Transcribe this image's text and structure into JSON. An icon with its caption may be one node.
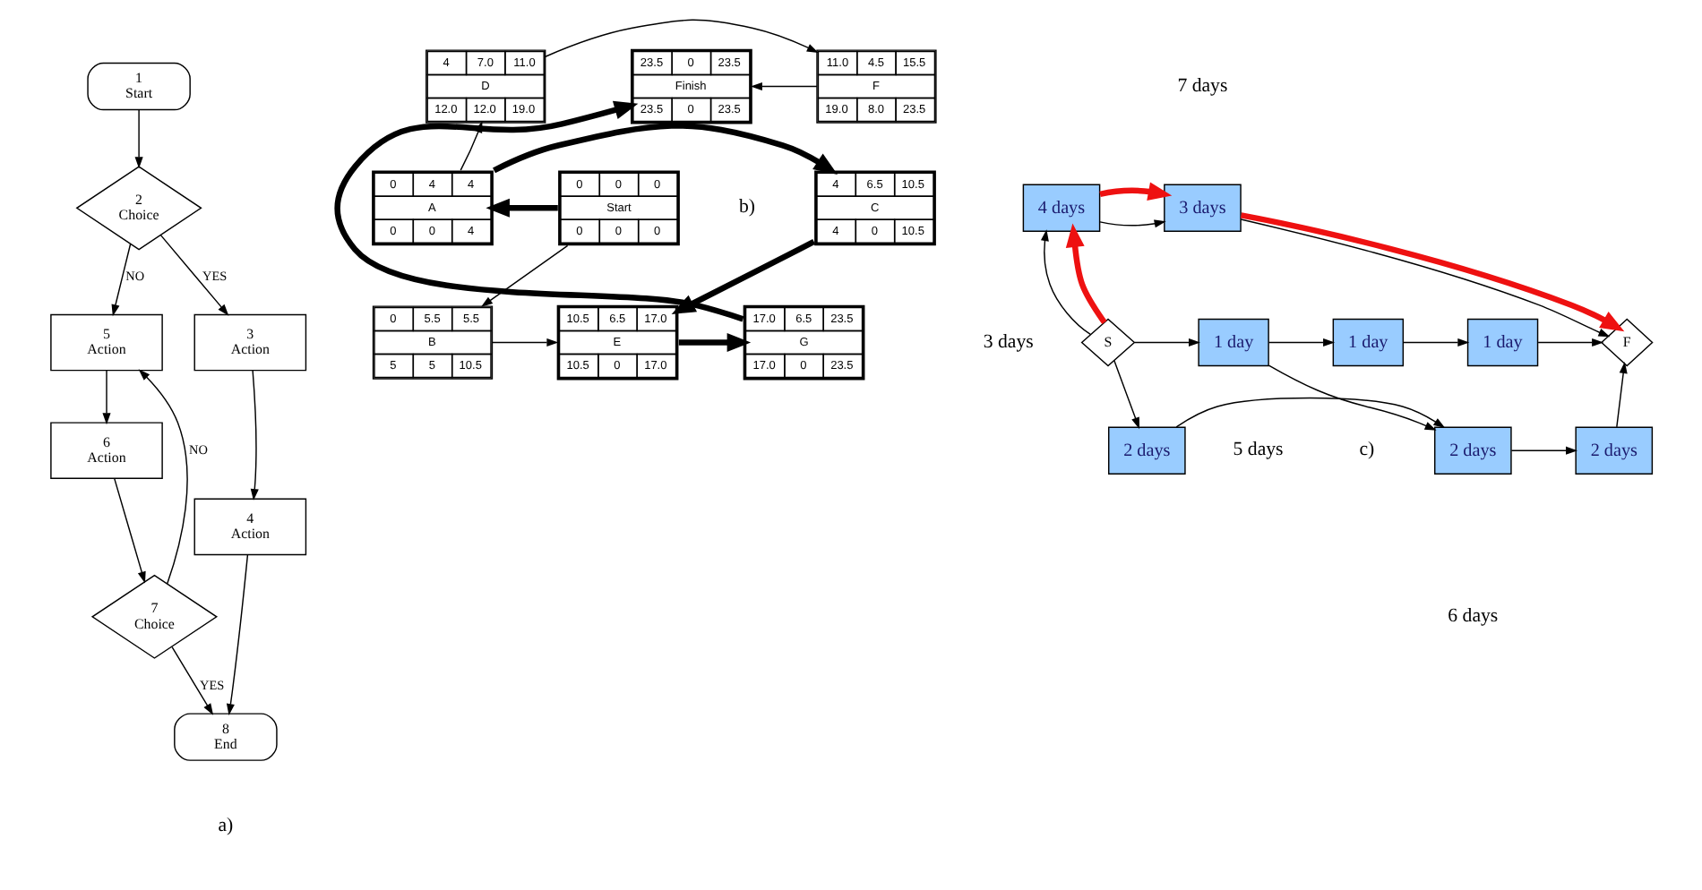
{
  "diagram": {
    "nodes": [
      {
        "text": [
          "1",
          "Start"
        ]
      },
      {
        "text": [
          "2",
          "Choice"
        ]
      },
      {
        "text": [
          "3",
          "Action"
        ]
      },
      {
        "text": [
          "4",
          "Action"
        ]
      },
      {
        "text": [
          "5",
          "Action"
        ]
      },
      {
        "text": [
          "6",
          "Action"
        ]
      },
      {
        "text": [
          "7",
          "Choice"
        ]
      },
      {
        "text": [
          "8",
          "End"
        ]
      },
      {
        "text": [
          "0",
          "0",
          "0",
          "Start",
          "0",
          "0",
          "0"
        ]
      },
      {
        "text": [
          "0",
          "4",
          "4",
          "A",
          "0",
          "0",
          "4"
        ]
      },
      {
        "text": [
          "4",
          "7.0",
          "11.0",
          "D",
          "12.0",
          "12.0",
          "19.0"
        ]
      },
      {
        "text": [
          "11.0",
          "4.5",
          "15.5",
          "F",
          "19.0",
          "8.0",
          "23.5"
        ]
      },
      {
        "text": [
          "4",
          "6.5",
          "10.5",
          "C",
          "4",
          "0",
          "10.5"
        ]
      },
      {
        "text": [
          "0",
          "5.5",
          "5.5",
          "B",
          "5",
          "5",
          "10.5"
        ]
      },
      {
        "text": [
          "10.5",
          "6.5",
          "17.0",
          "E",
          "10.5",
          "0",
          "17.0"
        ]
      },
      {
        "text": [
          "17.0",
          "6.5",
          "23.5",
          "G",
          "17.0",
          "0",
          "23.5"
        ]
      },
      {
        "text": [
          "23.5",
          "0",
          "23.5",
          "Finish",
          "23.5",
          "0",
          "23.5"
        ]
      },
      {
        "text": [
          "S"
        ]
      },
      {
        "text": [
          "4 days"
        ]
      },
      {
        "text": [
          "3 days"
        ]
      },
      {
        "text": [
          "1 day"
        ]
      },
      {
        "text": [
          "1 day"
        ]
      },
      {
        "text": [
          "1 day"
        ]
      },
      {
        "text": [
          "2 days"
        ]
      },
      {
        "text": [
          "2 days"
        ]
      },
      {
        "text": [
          "2 days"
        ]
      },
      {
        "text": [
          "F"
        ]
      }
    ],
    "edges": [
      {
        "from": 0,
        "to": 1,
        "arrow": "to"
      },
      {
        "from": 1,
        "to": 4,
        "arrow": "to",
        "label": "NO"
      },
      {
        "from": 1,
        "to": 2,
        "arrow": "to",
        "label": "YES"
      },
      {
        "from": 2,
        "to": 3,
        "arrow": "to"
      },
      {
        "from": 4,
        "to": 5,
        "arrow": "to"
      },
      {
        "from": 5,
        "to": 6,
        "arrow": "to"
      },
      {
        "from": 6,
        "to": 4,
        "arrow": "to",
        "label": "NO"
      },
      {
        "from": 6,
        "to": 7,
        "arrow": "to",
        "label": "YES"
      },
      {
        "from": 3,
        "to": 7,
        "arrow": "to"
      },
      {
        "from": 8,
        "to": 9,
        "arrow": "to",
        "style": "thick"
      },
      {
        "from": 8,
        "to": 13,
        "arrow": "to"
      },
      {
        "from": 9,
        "to": 10,
        "arrow": "to"
      },
      {
        "from": 9,
        "to": 12,
        "arrow": "to",
        "style": "thick"
      },
      {
        "from": 10,
        "to": 11,
        "arrow": "to"
      },
      {
        "from": 11,
        "to": 16,
        "arrow": "to"
      },
      {
        "from": 12,
        "to": 14,
        "arrow": "to",
        "style": "thick"
      },
      {
        "from": 13,
        "to": 14,
        "arrow": "to"
      },
      {
        "from": 14,
        "to": 15,
        "arrow": "to",
        "style": "thick"
      },
      {
        "from": 15,
        "to": 16,
        "arrow": "to",
        "style": "thick"
      },
      {
        "from": 17,
        "to": 18,
        "arrow": "to"
      },
      {
        "from": 17,
        "to": 20,
        "arrow": "to"
      },
      {
        "from": 17,
        "to": 23,
        "arrow": "to"
      },
      {
        "from": 18,
        "to": 19,
        "arrow": "to"
      },
      {
        "from": 19,
        "to": 26,
        "arrow": "to"
      },
      {
        "from": 20,
        "to": 21,
        "arrow": "to"
      },
      {
        "from": 20,
        "to": 24,
        "arrow": "to"
      },
      {
        "from": 21,
        "to": 22,
        "arrow": "to"
      },
      {
        "from": 22,
        "to": 26,
        "arrow": "to"
      },
      {
        "from": 23,
        "to": 24,
        "arrow": "to"
      },
      {
        "from": 24,
        "to": 25,
        "arrow": "to"
      },
      {
        "from": 25,
        "to": 26,
        "arrow": "to"
      },
      {
        "from": 17,
        "to": 18,
        "arrow": "to",
        "style": "thick",
        "color": "#ee1111"
      },
      {
        "from": 18,
        "to": 19,
        "arrow": "to",
        "style": "thick",
        "color": "#ee1111"
      },
      {
        "from": 19,
        "to": 26,
        "arrow": "to",
        "style": "thick",
        "color": "#ee1111"
      }
    ],
    "labels": [
      "a)",
      "b)",
      "7 days",
      "3 days",
      "5 days",
      "c)",
      "6 days"
    ]
  }
}
